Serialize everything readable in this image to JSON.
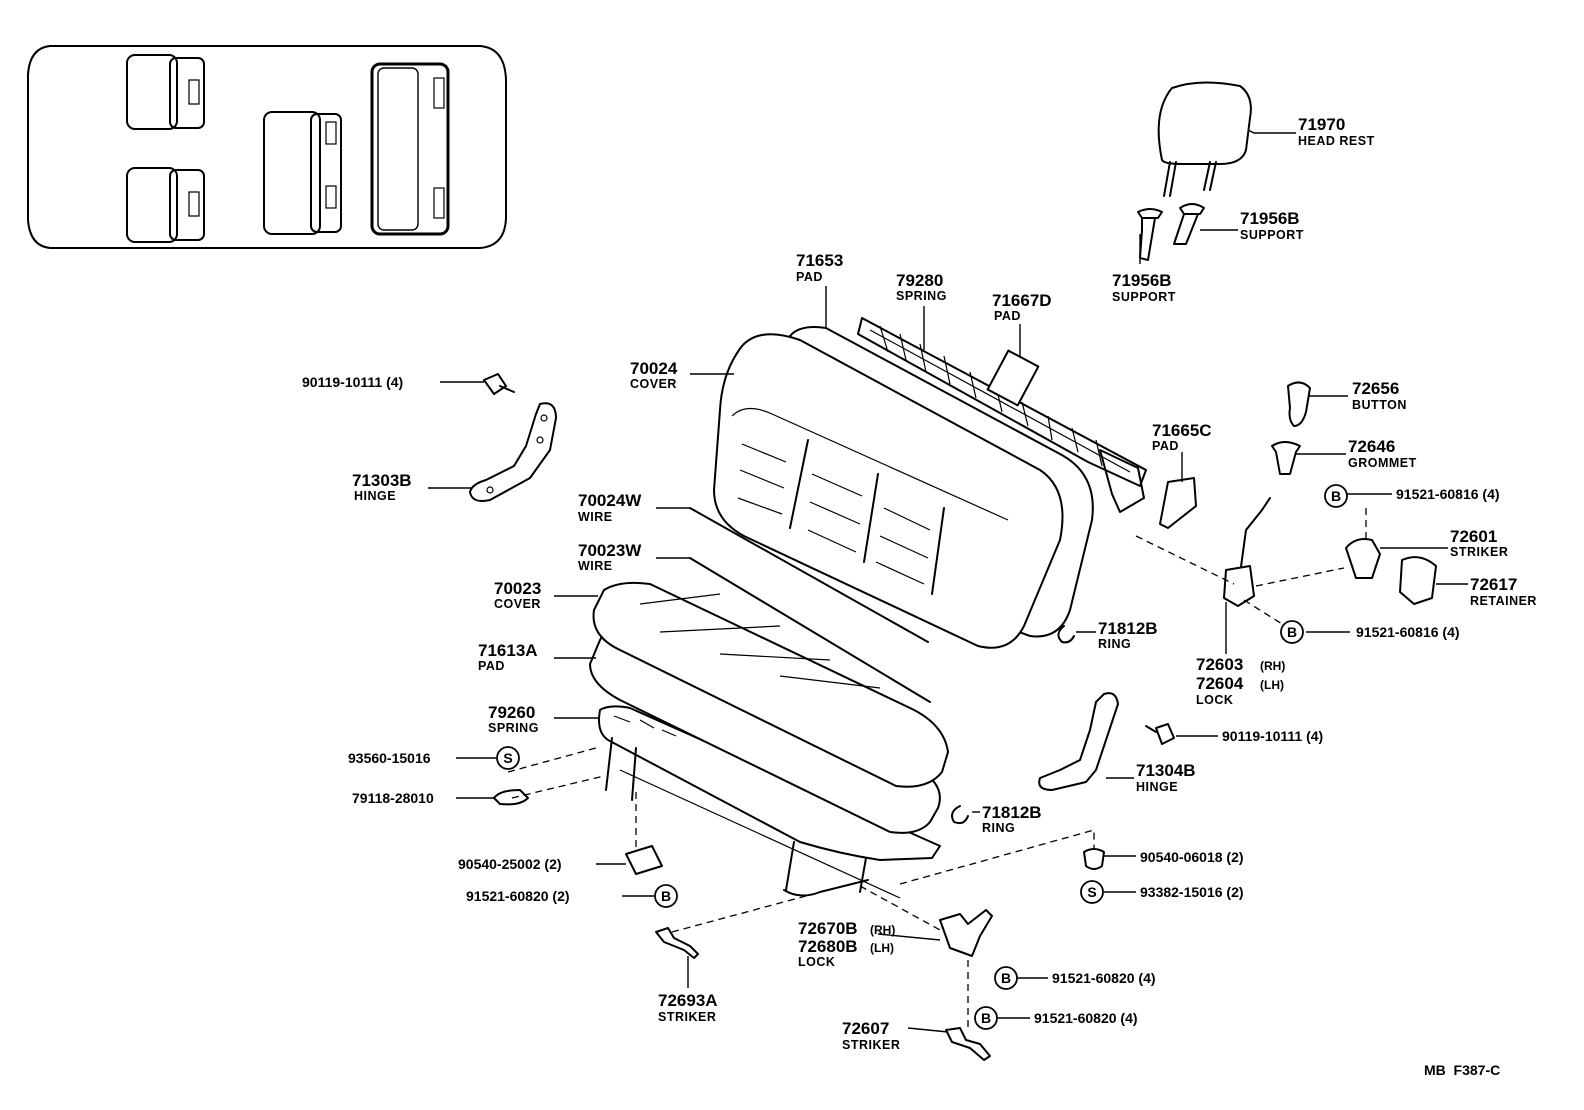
{
  "diagram_code": "MB  F387-C",
  "callouts": {
    "c71970": {
      "number": "71970",
      "name": "HEAD REST"
    },
    "c71956B_r": {
      "number": "71956B",
      "name": "SUPPORT"
    },
    "c71956B_l": {
      "number": "71956B",
      "name": "SUPPORT"
    },
    "c71653": {
      "number": "71653",
      "name": "PAD"
    },
    "c79280": {
      "number": "79280",
      "name": "SPRING"
    },
    "c71667D": {
      "number": "71667D",
      "name": "PAD"
    },
    "c70024": {
      "number": "70024",
      "name": "COVER"
    },
    "c90119_top": {
      "number": "90119-10111 (4)"
    },
    "c71303B": {
      "number": "71303B",
      "name": "HINGE"
    },
    "c70024W": {
      "number": "70024W",
      "name": "WIRE"
    },
    "c70023W": {
      "number": "70023W",
      "name": "WIRE"
    },
    "c70023": {
      "number": "70023",
      "name": "COVER"
    },
    "c71613A": {
      "number": "71613A",
      "name": "PAD"
    },
    "c79260": {
      "number": "79260",
      "name": "SPRING"
    },
    "c93560": {
      "number": "93560-15016"
    },
    "c79118": {
      "number": "79118-28010"
    },
    "c90540_25002": {
      "number": "90540-25002 (2)"
    },
    "c91521_60820_2": {
      "number": "91521-60820 (2)"
    },
    "c72693A": {
      "number": "72693A",
      "name": "STRIKER"
    },
    "c72670B": {
      "number": "72670B",
      "side": "(RH)"
    },
    "c72680B": {
      "number": "72680B",
      "side": "(LH)",
      "name": "LOCK"
    },
    "c72607": {
      "number": "72607",
      "name": "STRIKER"
    },
    "c91521_60820_4a": {
      "number": "91521-60820 (4)"
    },
    "c91521_60820_4b": {
      "number": "91521-60820 (4)"
    },
    "c90540_06018": {
      "number": "90540-06018 (2)"
    },
    "c93382": {
      "number": "93382-15016 (2)"
    },
    "c71812B_low": {
      "number": "71812B",
      "name": "RING"
    },
    "c71304B": {
      "number": "71304B",
      "name": "HINGE"
    },
    "c90119_right": {
      "number": "90119-10111 (4)"
    },
    "c71812B_up": {
      "number": "71812B",
      "name": "RING"
    },
    "c72603": {
      "number": "72603",
      "side": "(RH)"
    },
    "c72604": {
      "number": "72604",
      "side": "(LH)",
      "name": "LOCK"
    },
    "c91521_60816_low": {
      "number": "91521-60816 (4)"
    },
    "c91521_60816_top": {
      "number": "91521-60816 (4)"
    },
    "c72601": {
      "number": "72601",
      "name": "STRIKER"
    },
    "c72617": {
      "number": "72617",
      "name": "RETAINER"
    },
    "c72656": {
      "number": "72656",
      "name": "BUTTON"
    },
    "c72646": {
      "number": "72646",
      "name": "GROMMET"
    },
    "c71665C": {
      "number": "71665C",
      "name": "PAD"
    }
  },
  "badges": {
    "b": "B",
    "s": "S"
  }
}
